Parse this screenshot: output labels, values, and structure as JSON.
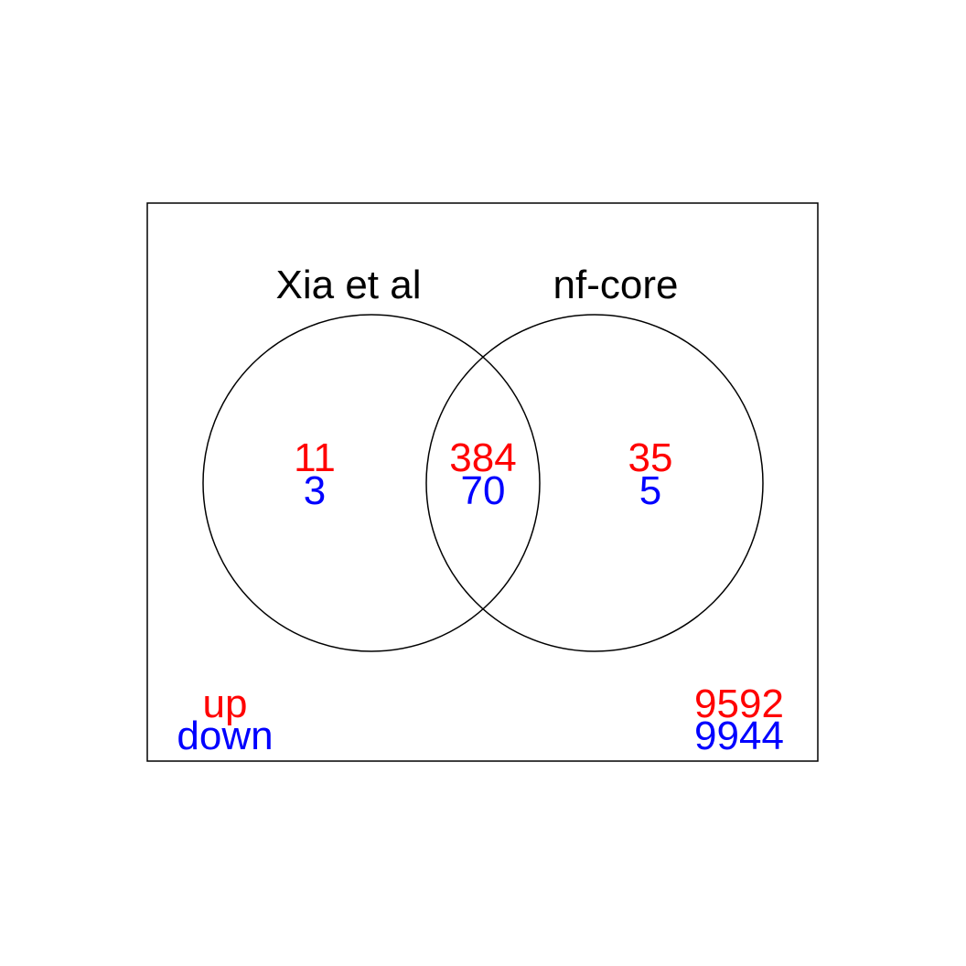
{
  "colors": {
    "up": "#ff0000",
    "down": "#0000ff",
    "outline": "#000000",
    "background": "#ffffff"
  },
  "sets": [
    {
      "label": "Xia et al"
    },
    {
      "label": "nf-core"
    }
  ],
  "regions": {
    "xia_only": {
      "up": "11",
      "down": "3"
    },
    "both": {
      "up": "384",
      "down": "70"
    },
    "nfcore_only": {
      "up": "35",
      "down": "5"
    },
    "neither": {
      "up": "9592",
      "down": "9944"
    }
  },
  "legend": {
    "up_label": "up",
    "down_label": "down"
  }
}
